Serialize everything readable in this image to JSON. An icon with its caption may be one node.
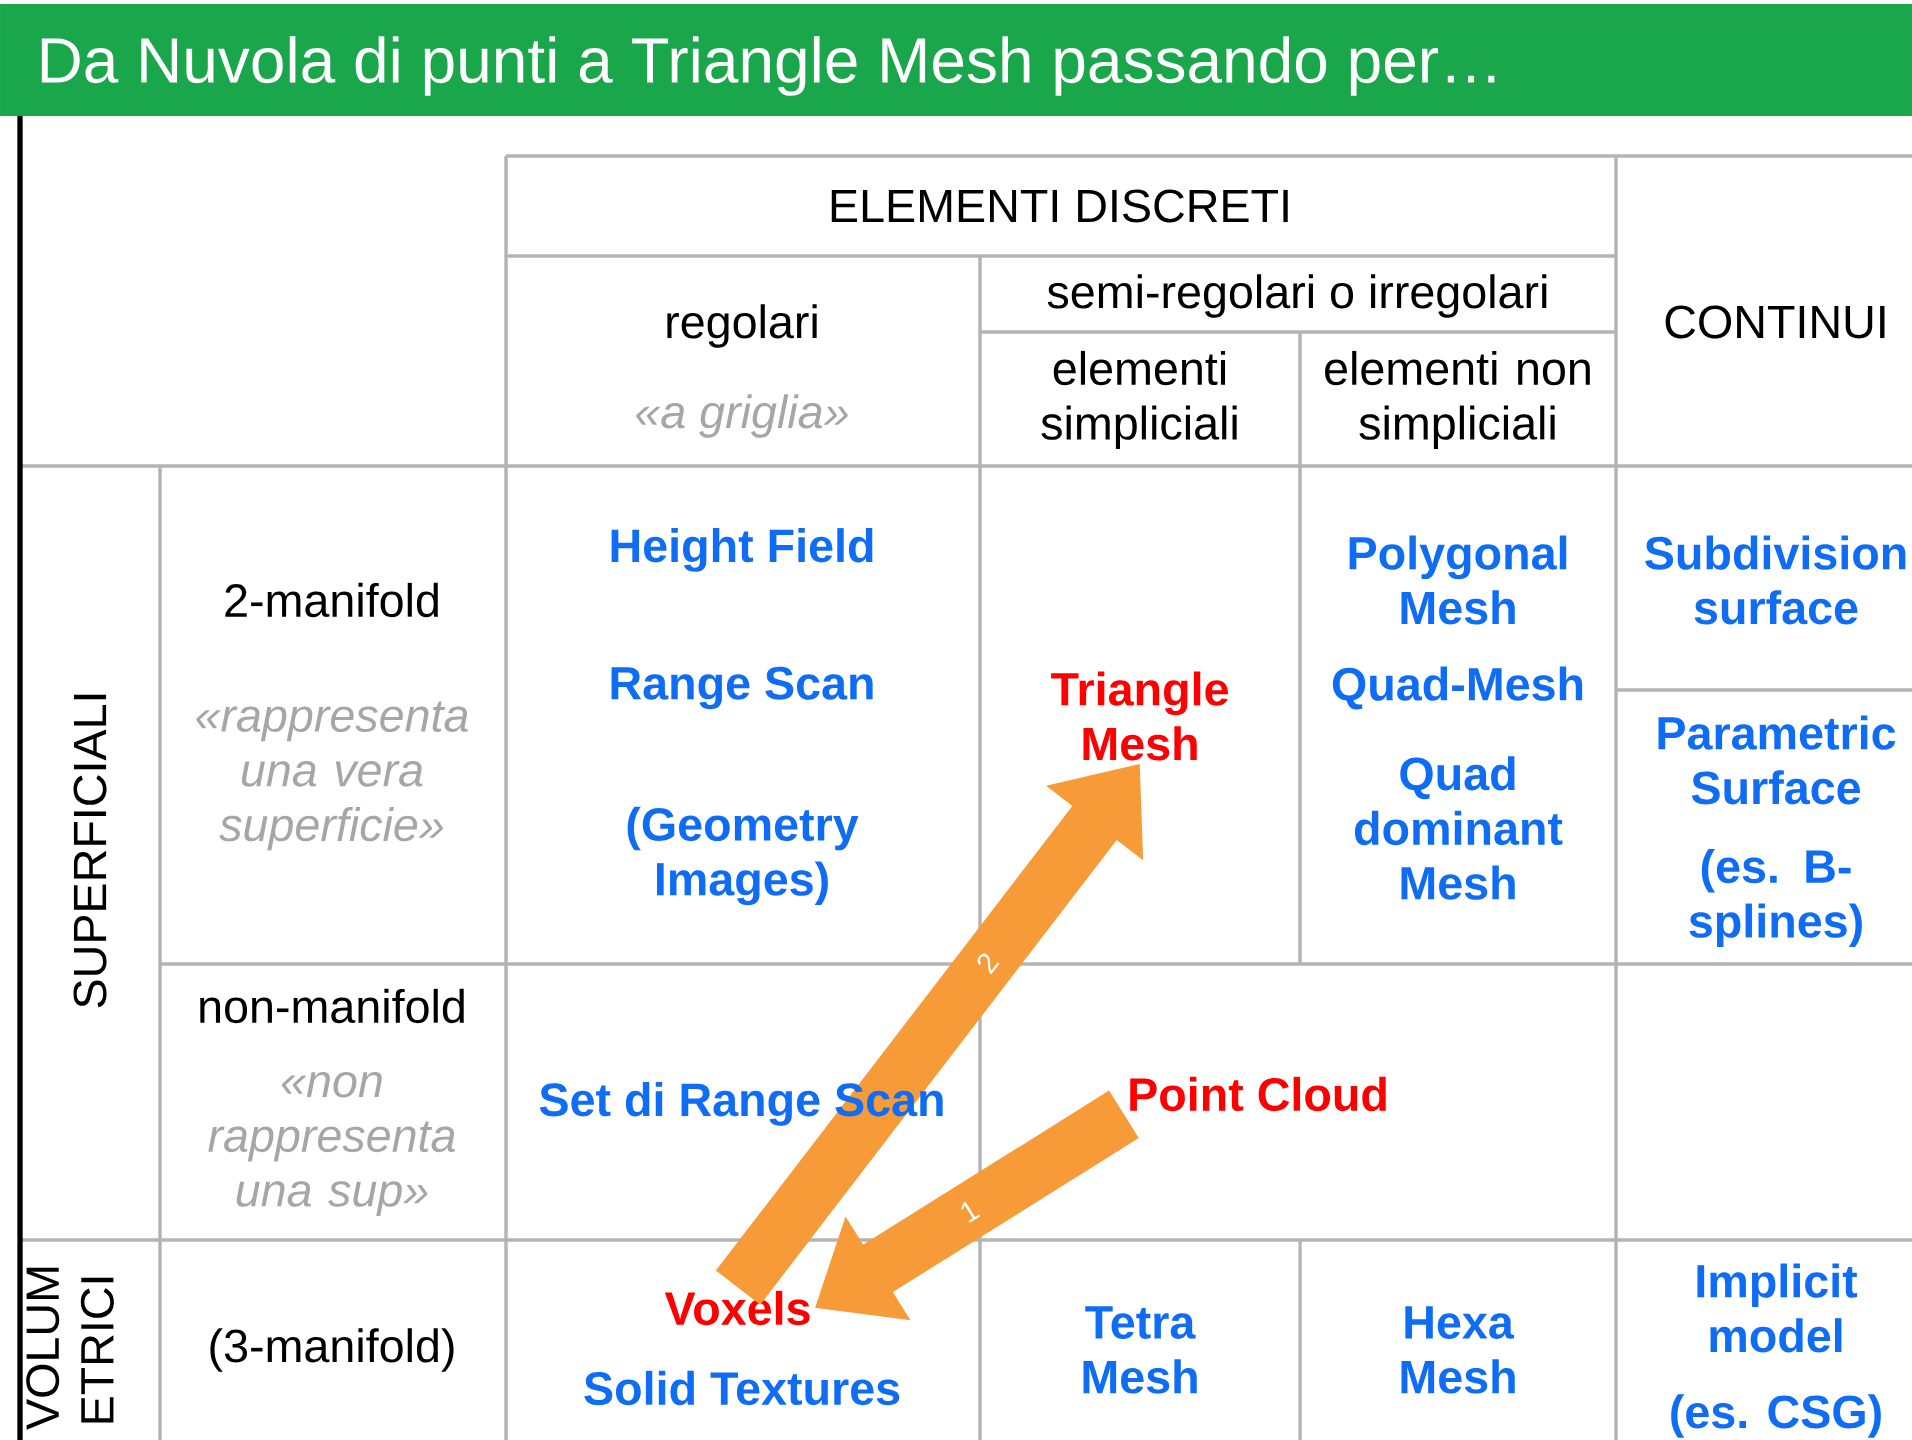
{
  "diagram": {
    "title": "Da Nuvola di punti a Triangle Mesh passando per…",
    "nodes": [
      {
        "text": [
          "Triangle Mesh"
        ]
      },
      {
        "text": [
          "Point Cloud"
        ]
      },
      {
        "text": [
          "Voxels"
        ]
      }
    ],
    "edges": [
      {
        "from": 1,
        "to": 2,
        "arrow": "to",
        "label": "1"
      },
      {
        "from": 2,
        "to": 0,
        "arrow": "to",
        "label": "2"
      }
    ],
    "labels": [
      "ELEMENTI DISCRETI",
      "regolari",
      "«a griglia»",
      "semi-regolari o irregolari",
      "CONTINUI",
      "elementi simpliciali",
      "elementi non simpliciali",
      "SUPERFICIALI",
      "2-manifold",
      "«rappresenta una vera superficie»",
      "Height Field",
      "Range Scan",
      "(Geometry Images)",
      "Polygonal Mesh",
      "Quad-Mesh",
      "Quad dominant Mesh",
      "Subdivision surface",
      "Parametric Surface",
      "(es. B-splines)",
      "non-manifold",
      "«non rappresenta una sup»",
      "Set di Range Scan",
      "VOLUM ETRICI",
      "(3-manifold)",
      "Solid Textures",
      "Tetra Mesh",
      "Hexa Mesh",
      "Implicit model",
      "(es. CSG)"
    ]
  }
}
